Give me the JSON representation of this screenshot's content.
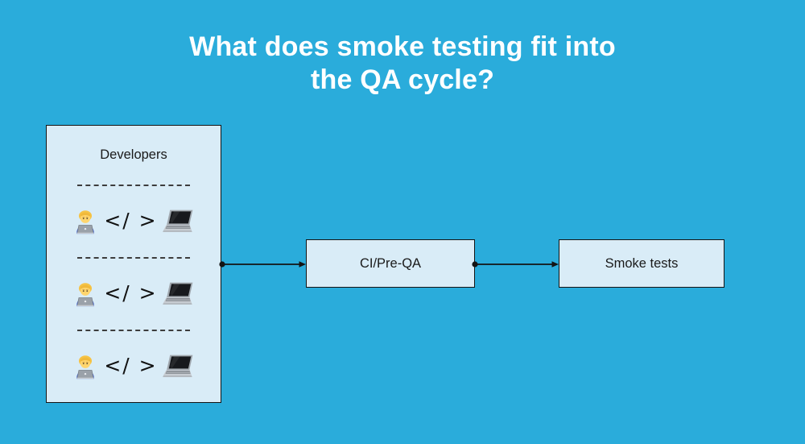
{
  "colors": {
    "background": "#2AACDB",
    "node_fill": "#D9ECF7",
    "node_border": "#141414",
    "title_text": "#FFFFFF",
    "body_text": "#1A1A1A",
    "dashed_divider": "#3D3D3D"
  },
  "title": {
    "full_text": "What does smoke testing fit into the QA cycle?",
    "lines": [
      "What does smoke testing fit into",
      "the QA cycle?"
    ]
  },
  "diagram": {
    "developers_box": {
      "label": "Developers",
      "rows": [
        {
          "person_icon": "technologist-icon",
          "code_text": "</ >",
          "laptop_icon": "laptop-icon"
        },
        {
          "person_icon": "technologist-icon",
          "code_text": "</ >",
          "laptop_icon": "laptop-icon"
        },
        {
          "person_icon": "technologist-icon",
          "code_text": "</ >",
          "laptop_icon": "laptop-icon"
        }
      ]
    },
    "nodes": [
      {
        "id": "ci-pre-qa",
        "label": "CI/Pre-QA"
      },
      {
        "id": "smoke-tests",
        "label": "Smoke tests"
      }
    ],
    "edges": [
      {
        "from": "developers",
        "to": "ci-pre-qa",
        "style": "dot-to-arrow"
      },
      {
        "from": "ci-pre-qa",
        "to": "smoke-tests",
        "style": "dot-to-arrow"
      }
    ]
  }
}
